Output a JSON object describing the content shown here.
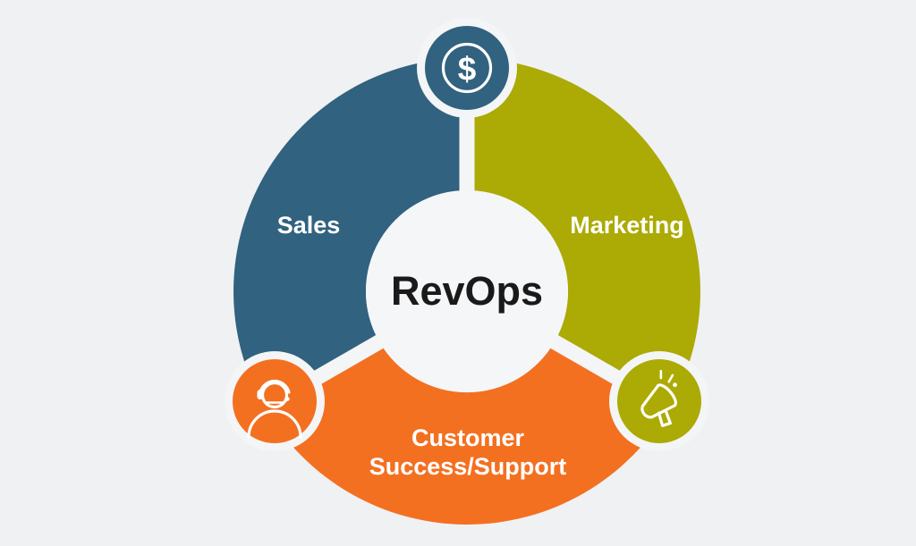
{
  "diagram_title": "RevOps revenue operations diagram",
  "background_color": "#eff1f3",
  "cutout_color": "#f3f5f6",
  "inner_circle_color": "#f5f6f8",
  "label_color": "#ffffff",
  "icon_stroke_color": "#ffffff",
  "center": {
    "label": "RevOps",
    "color": "#1a1a1a"
  },
  "segments": {
    "sales": {
      "label": "Sales",
      "color": "#31627f",
      "icon": "dollar-sign",
      "position": "top-left"
    },
    "marketing": {
      "label": "Marketing",
      "color": "#acaa04",
      "icon": "megaphone",
      "position": "top-right"
    },
    "customer": {
      "label_line1": "Customer",
      "label_line2": "Success/Support",
      "color": "#f37021",
      "icon": "headset-agent",
      "position": "bottom"
    }
  },
  "badges": {
    "dollar_glyph": "$",
    "sales_badge_color": "#31627f",
    "marketing_badge_color": "#acaa04",
    "customer_badge_color": "#f37021"
  }
}
